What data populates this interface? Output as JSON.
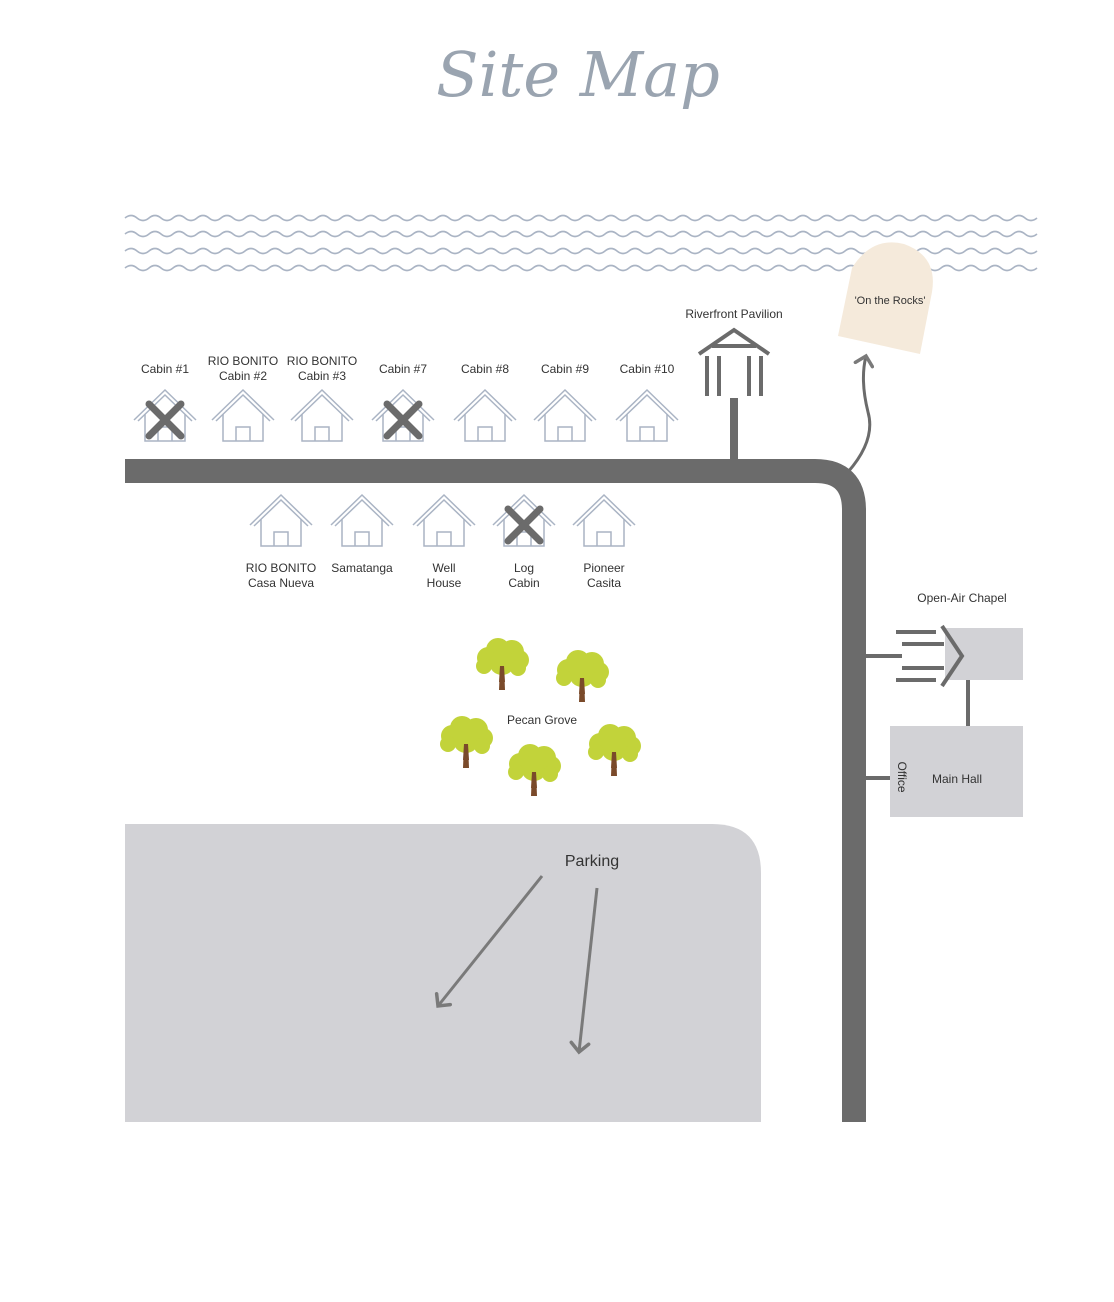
{
  "title": "Site Map",
  "colors": {
    "road": "#6b6b6b",
    "parking": "#d2d2d6",
    "building": "#d2d2d6",
    "house_outline": "#aab4c4",
    "water": "#aab4c4",
    "rocks": "#f5eadb",
    "x_mark": "#6b6b6b",
    "tree_canopy": "#c2d33a",
    "tree_trunk": "#7a4a2a"
  },
  "icons": {
    "cabin": "house-icon",
    "unavailable": "x-mark-icon",
    "tree": "tree-icon",
    "pavilion": "pavilion-icon",
    "chapel": "chapel-icon",
    "river": "river-waves"
  },
  "top_cabins": [
    {
      "line1": "Cabin #1",
      "line2": "",
      "unavailable": true
    },
    {
      "line1": "RIO BONITO",
      "line2": "Cabin #2",
      "unavailable": false
    },
    {
      "line1": "RIO BONITO",
      "line2": "Cabin #3",
      "unavailable": false
    },
    {
      "line1": "Cabin #7",
      "line2": "",
      "unavailable": true
    },
    {
      "line1": "Cabin #8",
      "line2": "",
      "unavailable": false
    },
    {
      "line1": "Cabin #9",
      "line2": "",
      "unavailable": false
    },
    {
      "line1": "Cabin #10",
      "line2": "",
      "unavailable": false
    }
  ],
  "bottom_cabins": [
    {
      "line1": "RIO BONITO",
      "line2": "Casa Nueva",
      "unavailable": false
    },
    {
      "line1": "Samatanga",
      "line2": "",
      "unavailable": false
    },
    {
      "line1": "Well",
      "line2": "House",
      "unavailable": false
    },
    {
      "line1": "Log",
      "line2": "Cabin",
      "unavailable": true
    },
    {
      "line1": "Pioneer",
      "line2": "Casita",
      "unavailable": false
    }
  ],
  "riverfront_pavilion": "Riverfront Pavilion",
  "on_the_rocks": "'On the Rocks'",
  "open_air_chapel": "Open-Air Chapel",
  "office": "Office",
  "main_hall": "Main Hall",
  "pecan_grove": "Pecan Grove",
  "parking": "Parking"
}
